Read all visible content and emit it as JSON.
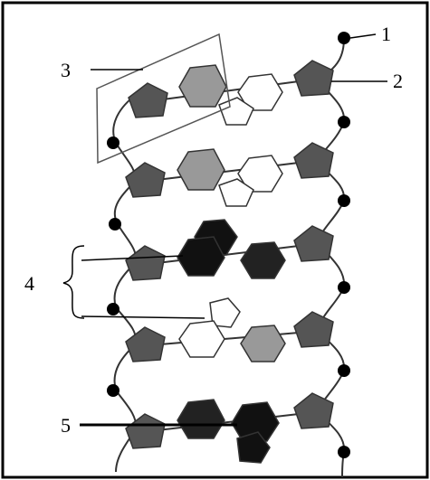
{
  "labels": {
    "l1": "1",
    "l2": "2",
    "l3": "3",
    "l4": "4",
    "l5": "5"
  },
  "colors": {
    "sugar": "#555555",
    "base_light": "#999999",
    "base_white": "#ffffff",
    "base_black": "#111111",
    "phosphate": "#000000",
    "line": "#333333"
  }
}
